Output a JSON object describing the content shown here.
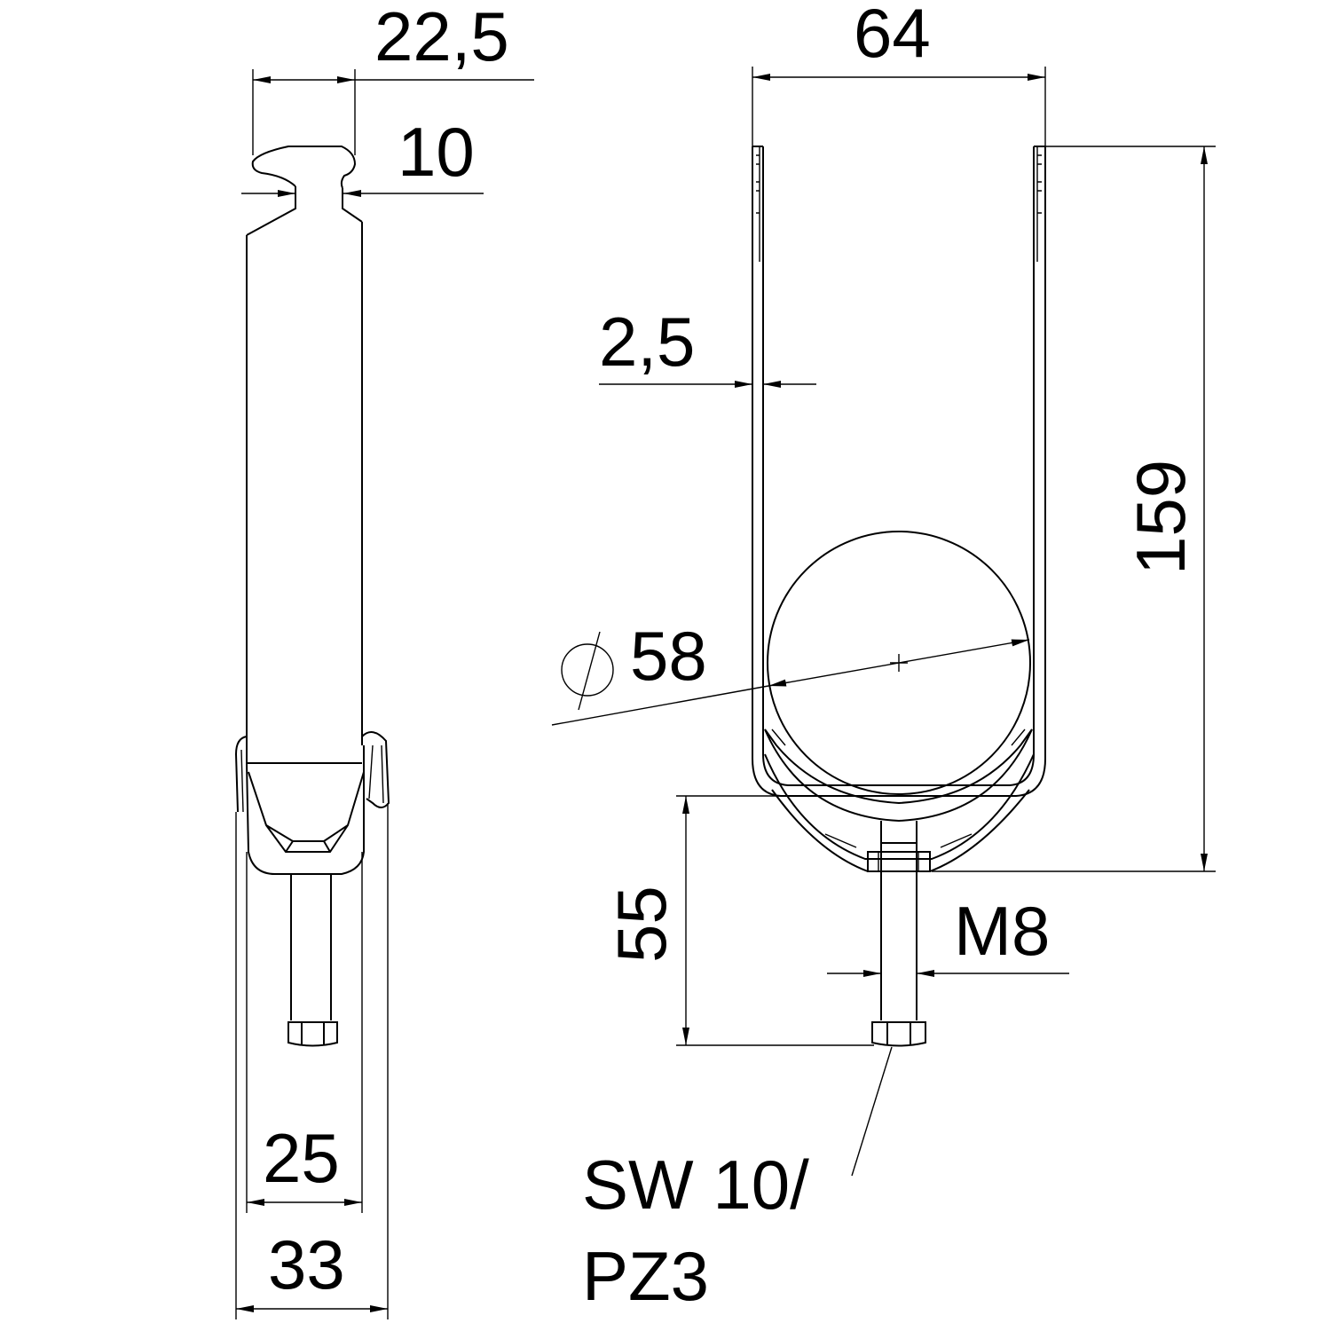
{
  "drawing": {
    "side_view": {
      "dim_overall_head_width": "22,5",
      "dim_neck_width": "10",
      "dim_inner_width": "25",
      "dim_outer_width": "33"
    },
    "front_view": {
      "dim_width": "64",
      "dim_height": "159",
      "dim_wall_thickness": "2,5",
      "dim_diameter": "58",
      "dim_diameter_symbol": "diameter-symbol",
      "dim_bolt_length": "55",
      "dim_thread": "M8",
      "note_line1": "SW 10/",
      "note_line2": "PZ3"
    },
    "line_color": "#000000",
    "background": "#ffffff"
  }
}
